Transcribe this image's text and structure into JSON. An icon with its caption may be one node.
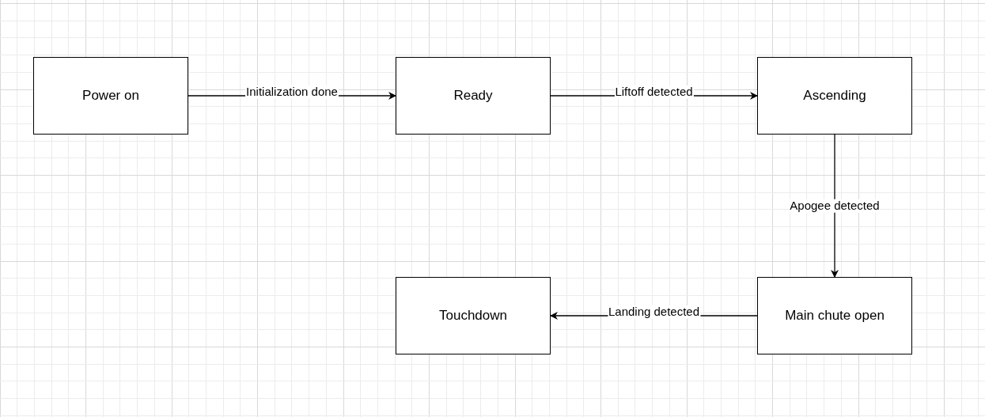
{
  "diagram": {
    "nodes": [
      {
        "text": [
          "Power on"
        ]
      },
      {
        "text": [
          "Ready"
        ]
      },
      {
        "text": [
          "Ascending"
        ]
      },
      {
        "text": [
          "Main chute open"
        ]
      },
      {
        "text": [
          "Touchdown"
        ]
      }
    ],
    "edges": [
      {
        "from": 0,
        "to": 1,
        "arrow": "to",
        "label": "Initialization done"
      },
      {
        "from": 1,
        "to": 2,
        "arrow": "to",
        "label": "Liftoff detected"
      },
      {
        "from": 2,
        "to": 3,
        "arrow": "to",
        "label": "Apogee detected"
      },
      {
        "from": 3,
        "to": 4,
        "arrow": "to",
        "label": "Landing detected"
      }
    ]
  }
}
